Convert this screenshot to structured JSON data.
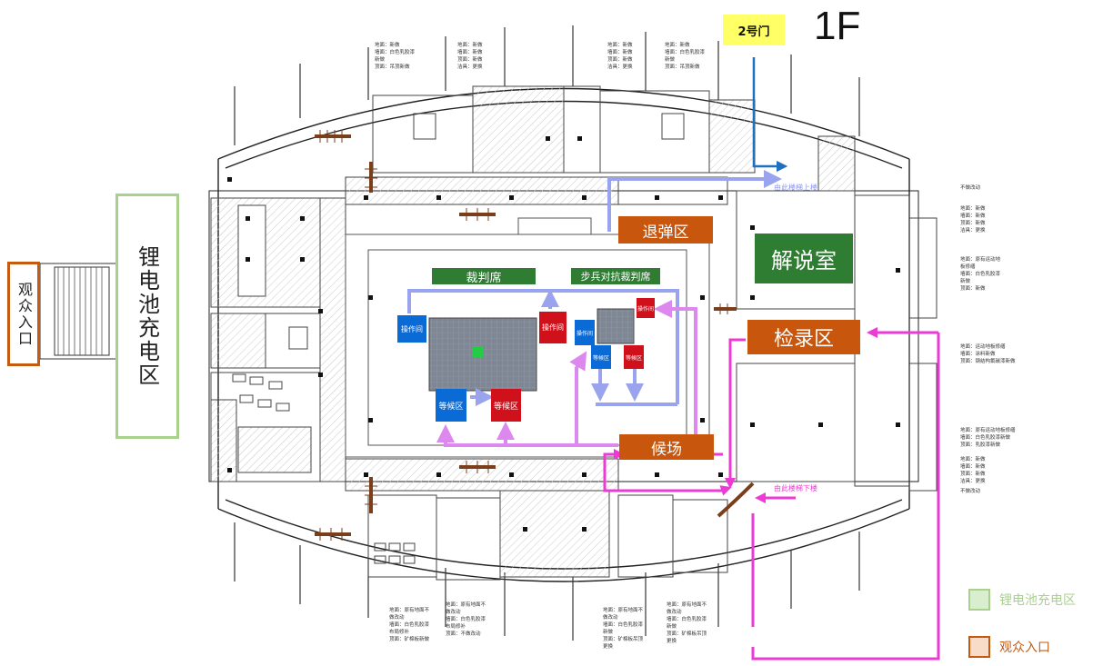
{
  "floor_label": "1F",
  "gate": {
    "label": "2号门",
    "color": "#ffff66"
  },
  "rooms": {
    "shell_return": "退弹区",
    "commentary": "解说室",
    "checkin": "检录区",
    "waiting_area": "候场",
    "referee": "裁判席",
    "infantry_referee": "步兵对抗裁判席",
    "battery_charge": "锂电池充电区",
    "audience_entry": "观众入口"
  },
  "small_zones": {
    "op_left": "操作间",
    "op_right_red": "操作间",
    "wait_blue": "等候区",
    "wait_red": "等候区",
    "small_op_blue": "操作间",
    "small_op_red": "操作间",
    "small_wait_blue": "等候区",
    "small_wait_red": "等候区"
  },
  "route_text": {
    "upstairs": "由此楼梯上楼",
    "downstairs": "由此楼梯下楼"
  },
  "notes": {
    "no_change_top": "不做改动",
    "no_change_bottom": "不做改动",
    "top_1": "地面：新做\n墙面：白色乳胶漆\n新做\n顶面：吊顶新做",
    "top_2": "地面：新做\n墙面：新做\n顶面：新做\n洁具：更换",
    "top_3": "地面：新做\n墙面：新做\n顶面：新做\n洁具：更换",
    "top_4": "地面：新做\n墙面：白色乳胶漆\n新做\n顶面：吊顶新做",
    "right_1": "地面：新做\n墙面：新做\n顶面：新做\n洁具：更换",
    "right_2": "地面：原有运动地\n板修缮\n墙面：白色乳胶漆\n新做\n顶面：新做",
    "right_3": "地面：运动地板修缮\n墙面：涂料新做\n顶面：钢结构氟碳漆新做",
    "right_4": "地面：原有运动地板修缮\n墙面：白色乳胶漆新做\n顶面：乳胶漆新做",
    "right_5": "地面：新做\n墙面：新做\n顶面：新做\n洁具：更换",
    "bottom_1": "地面：原有地面不\n做改动\n墙面：白色乳胶漆\n布局修补\n顶面：矿棉板新做",
    "bottom_2": "地面：原有地面不\n做改动\n墙面：白色乳胶漆\n布局修补\n顶面：不做改动",
    "bottom_3": "地面：原有地面不\n做改动\n墙面：白色乳胶漆\n新做\n顶面：矿棉板吊顶\n更换",
    "bottom_4": "地面：原有地面不\n做改动\n墙面：白色乳胶漆\n新做\n顶面：矿棉板吊顶\n更换"
  },
  "legend": [
    {
      "label": "锂电池充电区",
      "fill": "#d9edcf",
      "stroke": "#a9d18e",
      "text_color": "#a9d18e"
    },
    {
      "label": "观众入口",
      "fill": "#f8dcc8",
      "stroke": "#c55a11",
      "text_color": "#c55a11"
    }
  ],
  "colors": {
    "route_blue": "#99a3ee",
    "route_pink": "#ee3ad4",
    "route_violet": "#dd88ee",
    "gate_arrow": "#1f6fbf",
    "battery_border": "#a9d18e",
    "audience_border": "#c55a11"
  }
}
